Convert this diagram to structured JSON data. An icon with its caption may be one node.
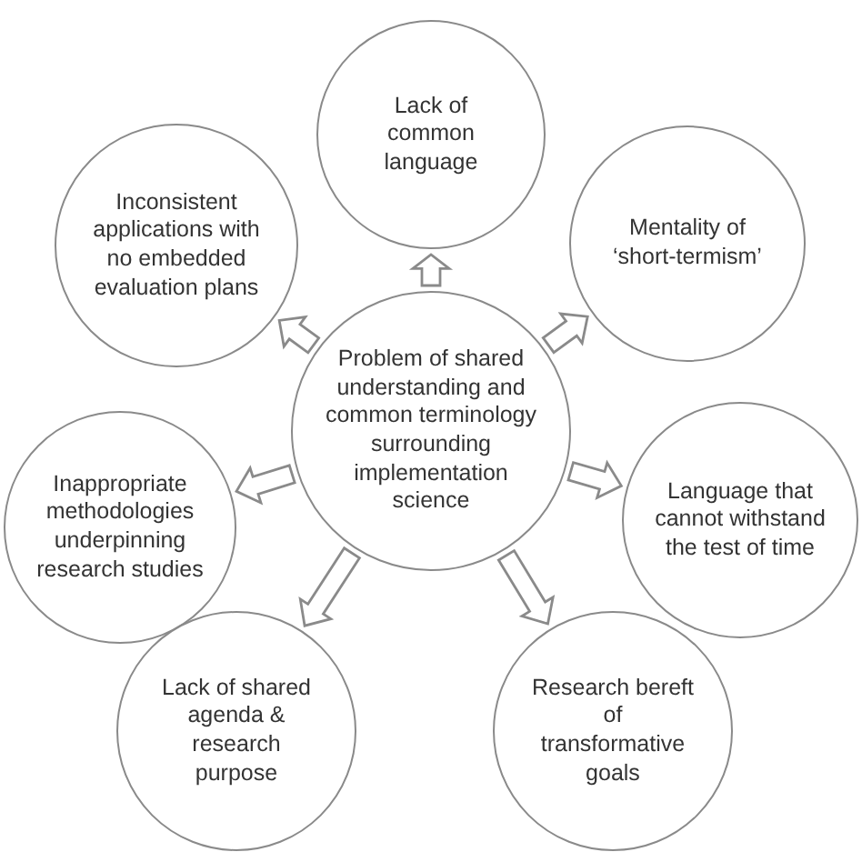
{
  "diagram": {
    "nodes": [
      {
        "text": [
          "Lack of common language"
        ]
      },
      {
        "text": [
          "Inconsistent applications with no embedded evaluation plans"
        ]
      },
      {
        "text": [
          "Mentality of ‘short-termism’"
        ]
      },
      {
        "text": [
          "Problem of shared understanding and common terminology surrounding implementation science"
        ]
      },
      {
        "text": [
          "Inappropriate methodologies underpinning research studies"
        ]
      },
      {
        "text": [
          "Language that cannot withstand the test of time"
        ]
      },
      {
        "text": [
          "Lack of shared agenda & research purpose"
        ]
      },
      {
        "text": [
          "Research bereft of transformative goals"
        ]
      }
    ],
    "edges": [
      {
        "from": 3,
        "to": 0,
        "arrow": "to"
      },
      {
        "from": 3,
        "to": 1,
        "arrow": "to"
      },
      {
        "from": 3,
        "to": 2,
        "arrow": "to"
      },
      {
        "from": 3,
        "to": 4,
        "arrow": "to"
      },
      {
        "from": 3,
        "to": 5,
        "arrow": "to"
      },
      {
        "from": 3,
        "to": 6,
        "arrow": "to"
      },
      {
        "from": 3,
        "to": 7,
        "arrow": "to"
      }
    ]
  }
}
